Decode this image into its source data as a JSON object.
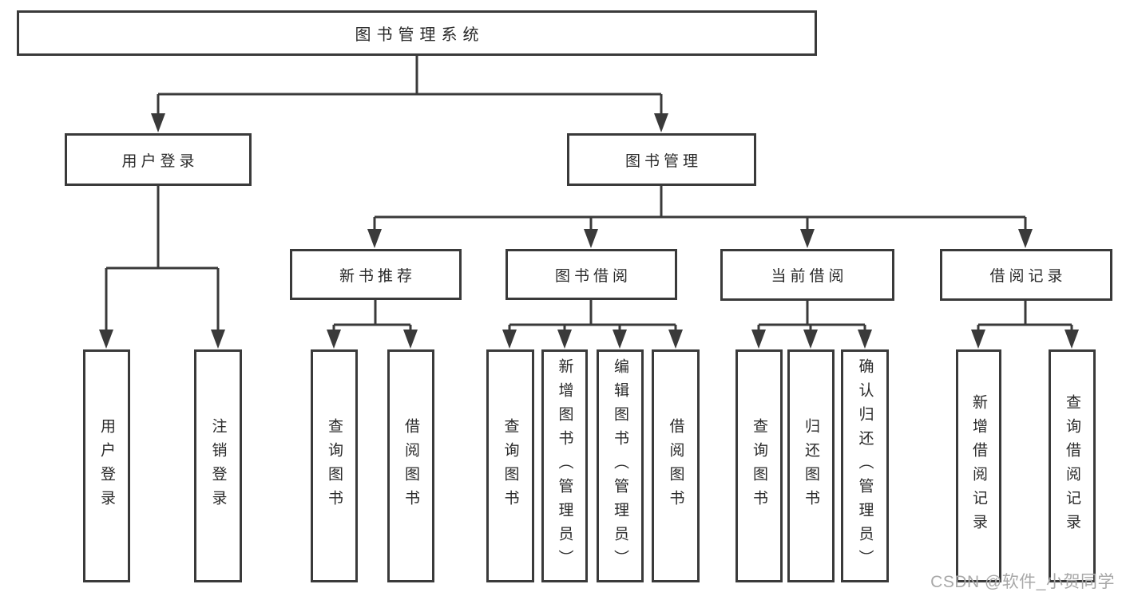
{
  "diagram_type": "hierarchy-tree",
  "colors": {
    "line": "#3a3a3a",
    "box_border": "#3a3a3a",
    "text": "#2a2a2a",
    "watermark": "#a8a8a8",
    "background": "#ffffff"
  },
  "tree": {
    "label": "图书管理系统",
    "children": [
      {
        "label": "用户登录",
        "children": [
          {
            "label": "用户登录"
          },
          {
            "label": "注销登录"
          }
        ]
      },
      {
        "label": "图书管理",
        "children": [
          {
            "label": "新书推荐",
            "children": [
              {
                "label": "查询图书"
              },
              {
                "label": "借阅图书"
              }
            ]
          },
          {
            "label": "图书借阅",
            "children": [
              {
                "label": "查询图书"
              },
              {
                "label": "新增图书（管理员）"
              },
              {
                "label": "编辑图书（管理员）"
              },
              {
                "label": "借阅图书"
              }
            ]
          },
          {
            "label": "当前借阅",
            "children": [
              {
                "label": "查询图书"
              },
              {
                "label": "归还图书"
              },
              {
                "label": "确认归还（管理员）"
              }
            ]
          },
          {
            "label": "借阅记录",
            "children": [
              {
                "label": "新增借阅记录"
              },
              {
                "label": "查询借阅记录"
              }
            ]
          }
        ]
      }
    ]
  },
  "watermark": {
    "text": "CSDN @软件_小贺同学"
  }
}
